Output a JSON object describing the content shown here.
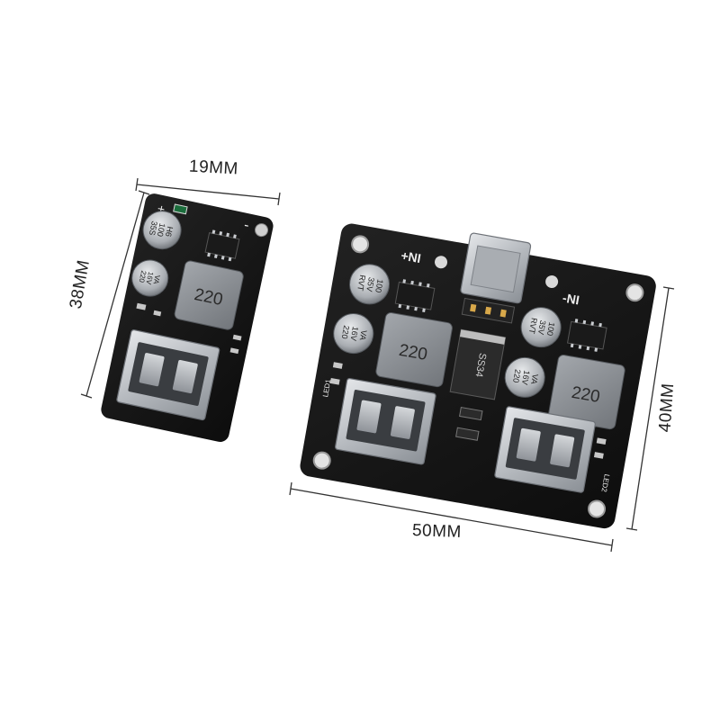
{
  "dimensions": {
    "small_width": "19MM",
    "small_height": "38MM",
    "large_width": "50MM",
    "large_height": "40MM"
  },
  "small_board": {
    "inductor_marking": "220",
    "cap_top_marking": [
      "H6",
      "100",
      "35S"
    ],
    "cap_bottom_marking": [
      "VA",
      "16V",
      "220"
    ],
    "plus_sign": "+",
    "minus_sign": "-"
  },
  "large_board": {
    "input_plus_label": "+NI",
    "input_minus_label": "-NI",
    "inductor_left_marking": "220",
    "inductor_right_marking": "220",
    "diode_marking": "SS34",
    "cap_left_top_marking": [
      "100",
      "35V",
      "RVT"
    ],
    "cap_left_bottom_marking": [
      "VA",
      "16V",
      "220"
    ],
    "cap_right_top_marking": [
      "100",
      "35V",
      "RVT"
    ],
    "cap_right_bottom_marking": [
      "VA",
      "16V",
      "220"
    ],
    "led1_label": "LED1",
    "led2_label": "LED2"
  },
  "colors": {
    "pcb": "#161616",
    "usb_metal": "#c9ccd0",
    "inductor": "#8d9196",
    "capacitor": "#b9bdc2",
    "silkscreen": "#eeeeee",
    "dimension_line": "#333333"
  }
}
